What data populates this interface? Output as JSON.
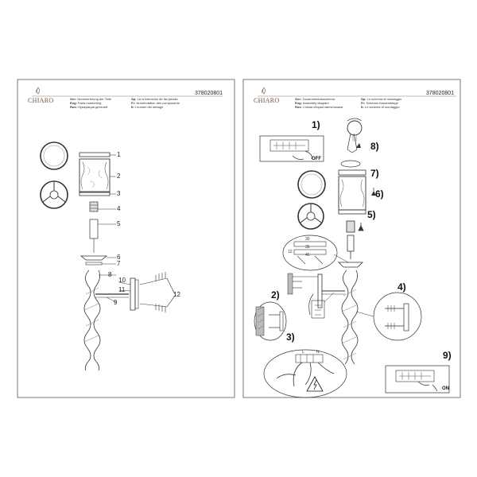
{
  "left_page": {
    "brand": "CHIARO",
    "code": "378020801",
    "captions": [
      {
        "lang": "Ger:",
        "text": "Nummerierung der Teile"
      },
      {
        "lang": "Eng:",
        "text": "Parts numbering"
      },
      {
        "lang": "Rus:",
        "text": "Нумерация деталей"
      },
      {
        "lang": "Sp:",
        "text": "La numeración de las piezas"
      },
      {
        "lang": "Fr:",
        "text": "Numérotation des composants"
      },
      {
        "lang": "It:",
        "text": "I numeri dei dettagli"
      }
    ],
    "part_numbers": [
      "1",
      "2",
      "3",
      "4",
      "5",
      "6",
      "7",
      "8",
      "9",
      "10",
      "11",
      "12"
    ]
  },
  "right_page": {
    "brand": "CHIARO",
    "code": "378020801",
    "captions": [
      {
        "lang": "Ger:",
        "text": "Zusammenbauschema"
      },
      {
        "lang": "Eng:",
        "text": "Assembly diagram"
      },
      {
        "lang": "Rus:",
        "text": "Схема сборки светильника"
      },
      {
        "lang": "Sp:",
        "text": "Lo schema di montaggio"
      },
      {
        "lang": "Fr:",
        "text": "Schéma d'assemblage"
      },
      {
        "lang": "It:",
        "text": "Lo schema di montaggio"
      }
    ],
    "steps": [
      "1)",
      "2)",
      "3)",
      "4)",
      "5)",
      "6)",
      "7)",
      "8)",
      "9)"
    ],
    "switch_off": "OFF",
    "switch_on": "ON",
    "terminals": [
      "L",
      "N"
    ],
    "dims": [
      "30",
      "35",
      "45",
      "12"
    ]
  }
}
